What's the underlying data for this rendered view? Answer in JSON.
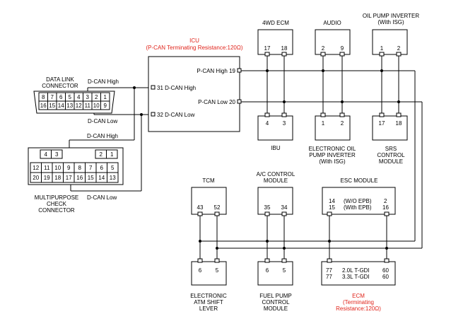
{
  "colors": {
    "label_red": "#e0241b",
    "line": "#000000"
  },
  "modules": {
    "ecm4wd": {
      "name": "4WD ECM",
      "pins": [
        "17",
        "18"
      ]
    },
    "audio": {
      "name": "AUDIO",
      "pins": [
        "2",
        "9"
      ]
    },
    "oil_pump_inverter": {
      "name": "OIL PUMP INVERTER",
      "subtitle": "(With ISG)",
      "pins": [
        "1",
        "2"
      ]
    },
    "icu": {
      "title": "ICU",
      "subtitle": "(P-CAN Terminating Resistance:120Ω)",
      "pin_pcan_high": "P-CAN High 19",
      "pin_pcan_low": "P-CAN Low 20",
      "pin_dcan_high": "31 D-CAN High",
      "pin_dcan_low": "32 D-CAN Low"
    },
    "ibu": {
      "name": "IBU",
      "pins": [
        "4",
        "3"
      ]
    },
    "electronic_oil_pump_inverter": {
      "lines": [
        "ELECTRONIC OIL",
        "PUMP INVERTER",
        "(With ISG)"
      ],
      "pins": [
        "1",
        "2"
      ]
    },
    "srs": {
      "lines": [
        "SRS",
        "CONTROL",
        "MODULE"
      ],
      "pins": [
        "17",
        "18"
      ]
    },
    "tcm": {
      "name": "TCM",
      "pins": [
        "43",
        "52"
      ]
    },
    "ac_control": {
      "lines": [
        "A/C CONTROL",
        "MODULE"
      ],
      "pins": [
        "35",
        "34"
      ]
    },
    "esc": {
      "name": "ESC MODULE",
      "row1": {
        "left": "14",
        "mid": "(W/O EPB)",
        "right": "2"
      },
      "row2": {
        "left": "15",
        "mid": "(With EPB)",
        "right": "16"
      }
    },
    "atm_shift_lever": {
      "lines": [
        "ELECTRONIC",
        "ATM SHIFT",
        "LEVER"
      ],
      "pins": [
        "6",
        "5"
      ]
    },
    "fuel_pump": {
      "lines": [
        "FUEL PUMP",
        "CONTROL",
        "MODULE"
      ],
      "pins": [
        "6",
        "5"
      ]
    },
    "ecm": {
      "row1": {
        "left": "77",
        "mid": "2.0L T-GDI",
        "right": "60"
      },
      "row2": {
        "left": "77",
        "mid": "3.3L T-GDI",
        "right": "60"
      },
      "lines": [
        "ECM",
        "(Terminating",
        "Resistance:120Ω)"
      ]
    }
  },
  "dlc": {
    "title_lines": [
      "DATA LINK",
      "CONNECTOR"
    ],
    "row1": [
      "8",
      "7",
      "6",
      "5",
      "4",
      "3",
      "2",
      "1"
    ],
    "row2": [
      "16",
      "15",
      "14",
      "13",
      "12",
      "11",
      "10",
      "9"
    ],
    "dcan_high": "D-CAN High",
    "dcan_low": "D-CAN Low"
  },
  "mcc": {
    "title_lines": [
      "MULTIPURPOSE",
      "CHECK",
      "CONNECTOR"
    ],
    "row_top_a": [
      "4",
      "3"
    ],
    "row_top_b": [
      "2",
      "1"
    ],
    "row2": [
      "12",
      "11",
      "10",
      "9",
      "8",
      "7",
      "6",
      "5"
    ],
    "row3": [
      "20",
      "19",
      "18",
      "17",
      "16",
      "15",
      "14",
      "13"
    ],
    "dcan_high": "D-CAN High",
    "dcan_low": "D-CAN Low"
  }
}
